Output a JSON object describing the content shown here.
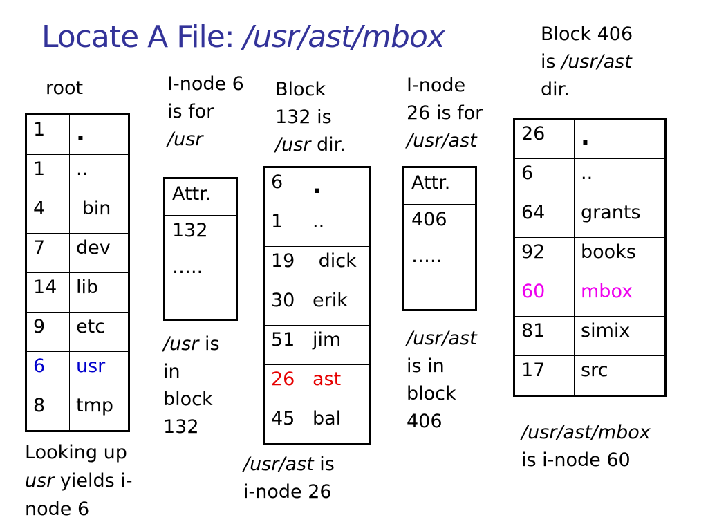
{
  "title": {
    "prefix": "Locate A File: ",
    "path": "/usr/ast/mbox"
  },
  "root": {
    "label": "root",
    "rows": [
      {
        "inode": "1",
        "name": "."
      },
      {
        "inode": "1",
        "name": ".."
      },
      {
        "inode": "4",
        "name": " bin"
      },
      {
        "inode": "7",
        "name": "dev"
      },
      {
        "inode": "14",
        "name": "lib"
      },
      {
        "inode": "9",
        "name": "etc"
      },
      {
        "inode": "6",
        "name": "usr"
      },
      {
        "inode": "8",
        "name": "tmp"
      }
    ],
    "caption": {
      "line1": "Looking up",
      "line2_italic": "usr",
      "line2_rest": " yields i-",
      "line3": "node 6"
    }
  },
  "inode6": {
    "label": {
      "line1": "I-node 6",
      "line2": "is for",
      "line3_italic": "/usr"
    },
    "rows": [
      "Attr.",
      "132",
      "….."
    ],
    "caption": {
      "line1_italic": "/usr",
      "line1_rest": " is",
      "line2": "in",
      "line3": "block",
      "line4": "132"
    }
  },
  "block132": {
    "label": {
      "line1": "Block",
      "line2": "132 is",
      "line3_italic": "/usr",
      "line3_rest": " dir."
    },
    "rows": [
      {
        "inode": "6",
        "name": "."
      },
      {
        "inode": "1",
        "name": ".."
      },
      {
        "inode": "19",
        "name": " dick"
      },
      {
        "inode": "30",
        "name": "erik"
      },
      {
        "inode": "51",
        "name": "jim"
      },
      {
        "inode": "26",
        "name": "ast"
      },
      {
        "inode": "45",
        "name": "bal"
      }
    ],
    "caption": {
      "line1_italic": "/usr/ast",
      "line1_rest": " is",
      "line2": "i-node 26"
    }
  },
  "inode26": {
    "label": {
      "line1": "I-node",
      "line2": "26 is for",
      "line3_italic": "/usr/ast"
    },
    "rows": [
      "Attr.",
      "406",
      "….."
    ],
    "caption": {
      "line1_italic": "/usr/ast",
      "line2": "is in",
      "line3": "block",
      "line4": "406"
    }
  },
  "block406": {
    "label": {
      "line1": "Block 406",
      "line2_pre": "is ",
      "line2_italic": "/usr/ast",
      "line3": "dir."
    },
    "rows": [
      {
        "inode": "26",
        "name": "."
      },
      {
        "inode": "6",
        "name": ".."
      },
      {
        "inode": "64",
        "name": "grants"
      },
      {
        "inode": "92",
        "name": "books"
      },
      {
        "inode": "60",
        "name": "mbox"
      },
      {
        "inode": "81",
        "name": "simix"
      },
      {
        "inode": "17",
        "name": "src"
      }
    ],
    "caption": {
      "line1_italic": "/usr/ast/mbox",
      "line2": "is i-node 60"
    }
  },
  "colors": {
    "title": "#333399",
    "usr_highlight": "#0000cc",
    "ast_highlight": "#e60000",
    "mbox_highlight": "#ee00ee"
  }
}
